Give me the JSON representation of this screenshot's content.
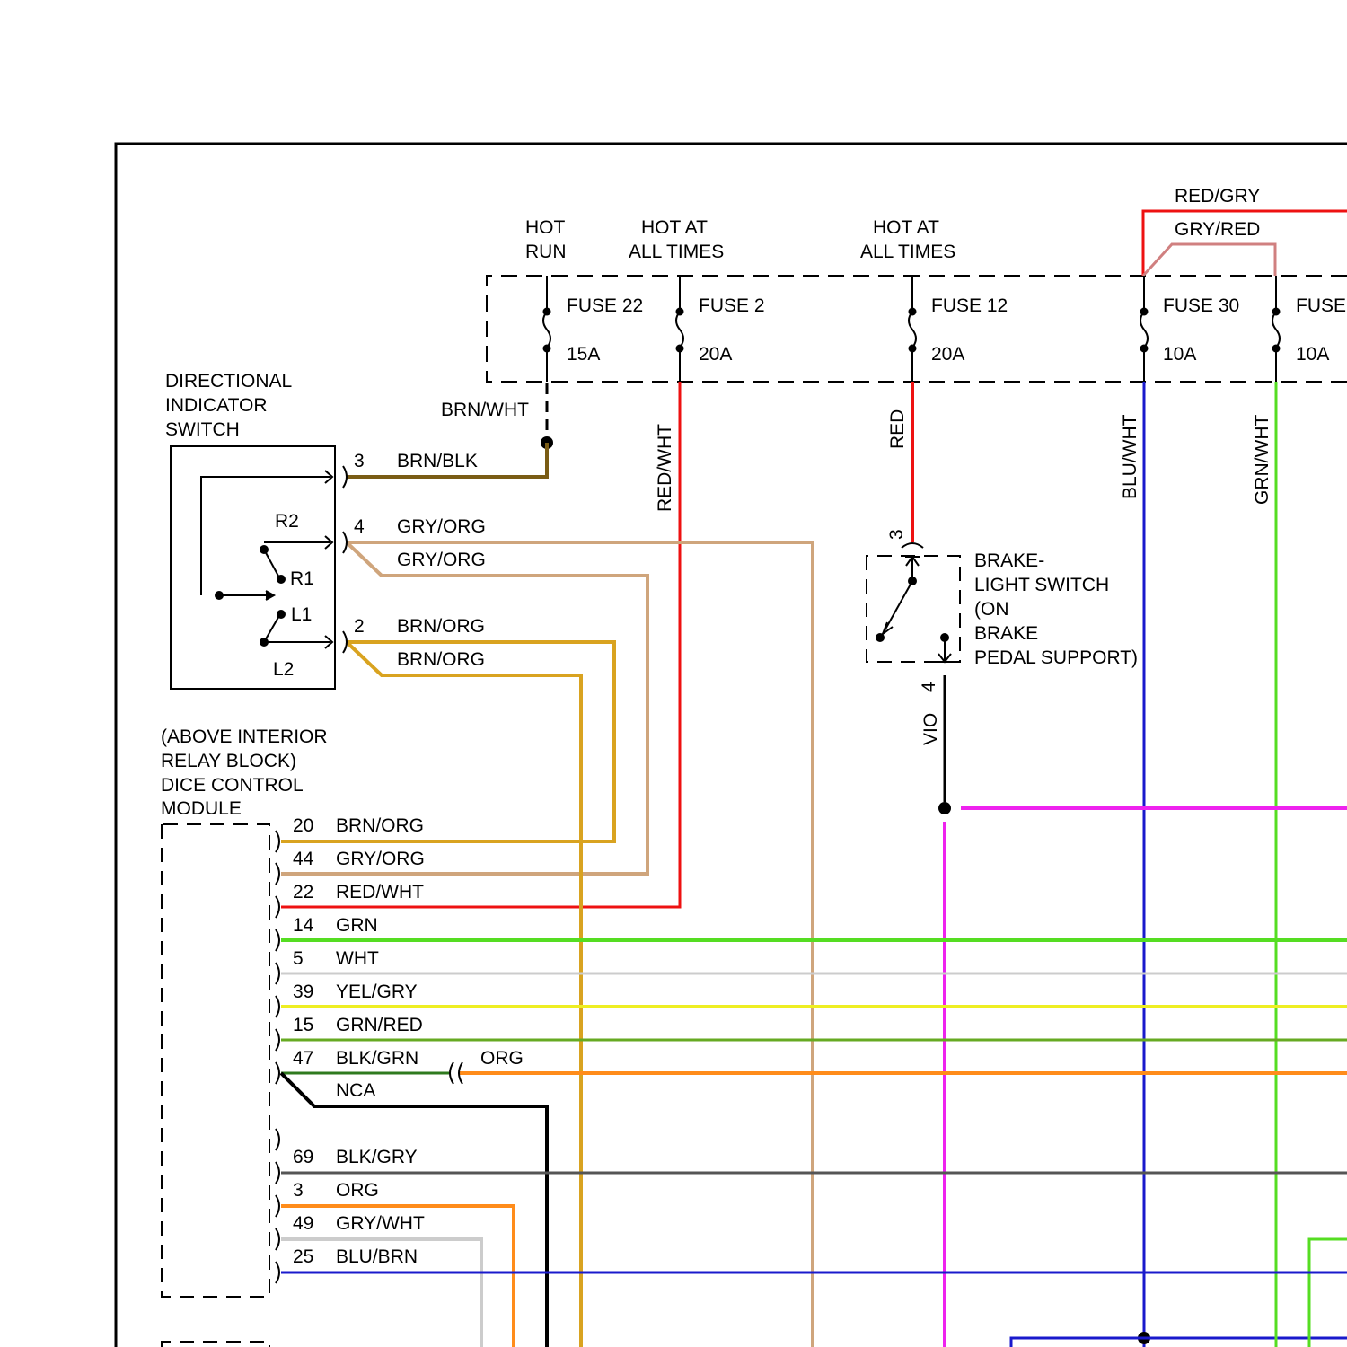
{
  "fuse_box": {
    "sources": [
      {
        "line1": "HOT",
        "line2": "RUN"
      },
      {
        "line1": "HOT AT",
        "line2": "ALL TIMES"
      },
      {
        "line1": "HOT AT",
        "line2": "ALL TIMES"
      }
    ],
    "fuses": [
      {
        "name": "FUSE 22",
        "rating": "15A"
      },
      {
        "name": "FUSE 2",
        "rating": "20A"
      },
      {
        "name": "FUSE 12",
        "rating": "20A"
      },
      {
        "name": "FUSE 30",
        "rating": "10A"
      },
      {
        "name": "FUSE",
        "rating": "10A"
      }
    ],
    "top_wires": [
      "RED/GRY",
      "GRY/RED"
    ]
  },
  "wires": {
    "brn_wht": "BRN/WHT",
    "red_wht": "RED/WHT",
    "red": "RED",
    "blu_wht": "BLU/WHT",
    "grn_wht": "GRN/WHT",
    "vio": "VIO",
    "org": "ORG"
  },
  "directional_switch": {
    "title": [
      "DIRECTIONAL",
      "INDICATOR",
      "SWITCH"
    ],
    "contacts": [
      "R2",
      "R1",
      "L1",
      "L2"
    ],
    "pins": [
      {
        "pin": "3",
        "wire": "BRN/BLK"
      },
      {
        "pin": "4",
        "wire": "GRY/ORG",
        "wire2": "GRY/ORG"
      },
      {
        "pin": "2",
        "wire": "BRN/ORG",
        "wire2": "BRN/ORG"
      }
    ]
  },
  "brake_switch": {
    "title": [
      "BRAKE-",
      "LIGHT SWITCH",
      "(ON",
      "BRAKE",
      "PEDAL SUPPORT)"
    ],
    "pin_top": "3",
    "pin_bottom": "4"
  },
  "dice_module": {
    "title": [
      "(ABOVE INTERIOR",
      "RELAY BLOCK)",
      "DICE CONTROL",
      "MODULE"
    ],
    "pins": [
      {
        "pin": "20",
        "wire": "BRN/ORG"
      },
      {
        "pin": "44",
        "wire": "GRY/ORG"
      },
      {
        "pin": "22",
        "wire": "RED/WHT"
      },
      {
        "pin": "14",
        "wire": "GRN"
      },
      {
        "pin": "5",
        "wire": "WHT"
      },
      {
        "pin": "39",
        "wire": "YEL/GRY"
      },
      {
        "pin": "15",
        "wire": "GRN/RED"
      },
      {
        "pin": "47",
        "wire": "BLK/GRN"
      },
      {
        "pin": "",
        "wire": "NCA"
      },
      {
        "pin": "69",
        "wire": "BLK/GRY"
      },
      {
        "pin": "3",
        "wire": "ORG"
      },
      {
        "pin": "49",
        "wire": "GRY/WHT"
      },
      {
        "pin": "25",
        "wire": "BLU/BRN"
      }
    ]
  },
  "colors": {
    "red": "#ee1111",
    "blue": "#1a1acc",
    "green": "#55dd22",
    "magenta": "#ee22ee",
    "gray_org": "#cfa57c",
    "brn_org": "#d9a320",
    "yellow": "#eeee22",
    "orange": "#ff8c1a",
    "brown": "#7a5c15",
    "light_gray": "#cccccc"
  }
}
